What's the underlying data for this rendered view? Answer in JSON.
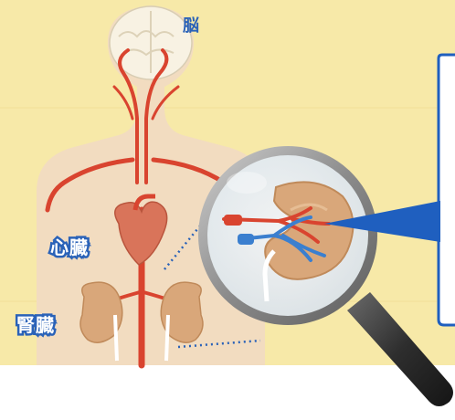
{
  "labels": {
    "brain": "脳",
    "heart": "心臓",
    "kidney": "腎臓"
  },
  "colors": {
    "background": "#f7e9a8",
    "body": "#f2dcc0",
    "artery": "#d9442f",
    "vein": "#3b7fcf",
    "kidney": "#d9a77a",
    "label_blue": "#2a62b8"
  }
}
